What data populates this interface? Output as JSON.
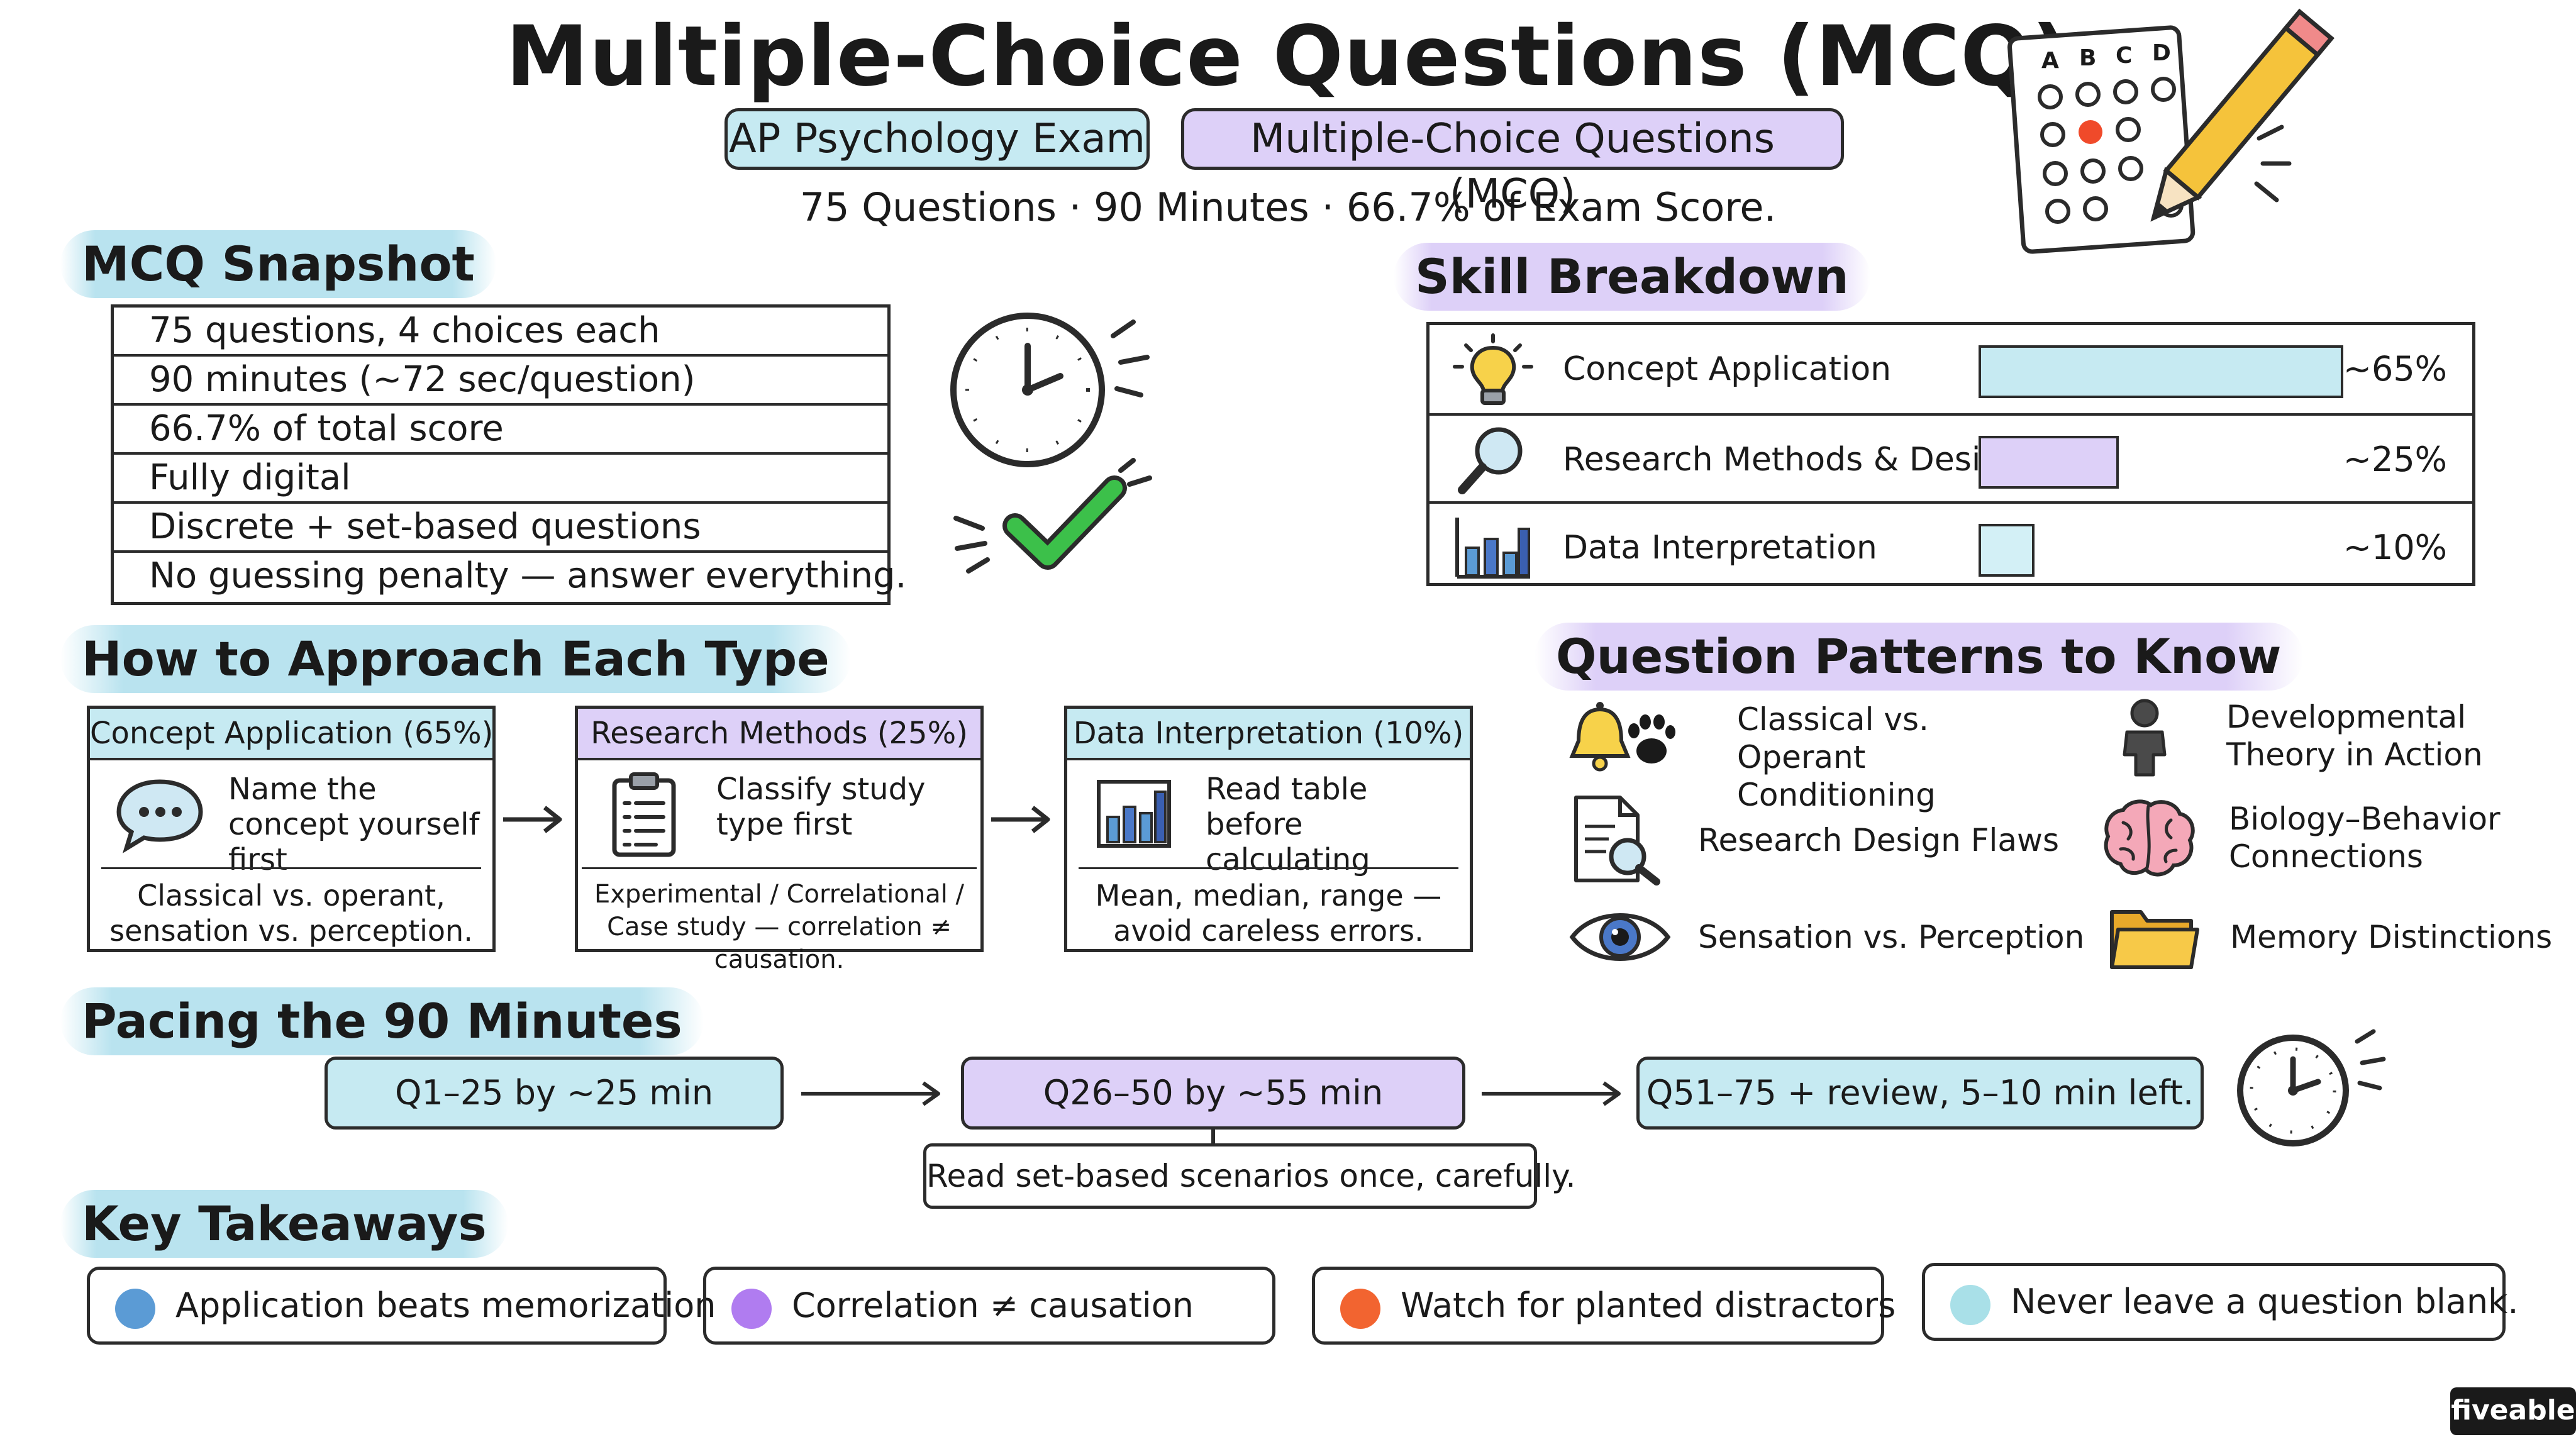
{
  "header": {
    "title": "Multiple-Choice Questions (MCQ)",
    "pill_exam": "AP Psychology Exam",
    "pill_type": "Multiple-Choice Questions (MCQ)",
    "info": "75 Questions · 90 Minutes · 66.7% of Exam Score.",
    "sheet_letters": [
      "A",
      "B",
      "C",
      "D"
    ]
  },
  "snapshot": {
    "heading": "MCQ Snapshot",
    "rows": [
      "75 questions, 4 choices each",
      "90 minutes (~72 sec/question)",
      "66.7% of total score",
      "Fully digital",
      "Discrete + set-based questions",
      "No guessing penalty — answer everything."
    ]
  },
  "skills": {
    "heading": "Skill Breakdown",
    "items": [
      {
        "label": "Concept Application",
        "percent": "~65%",
        "value": 65,
        "color": "#c6eaf2",
        "icon": "lightbulb-icon"
      },
      {
        "label": "Research Methods & Design",
        "percent": "~25%",
        "value": 25,
        "color": "#ddd0f8",
        "icon": "magnifier-icon"
      },
      {
        "label": "Data Interpretation",
        "percent": "~10%",
        "value": 10,
        "color": "#d3f0f6",
        "icon": "bar-chart-icon"
      }
    ]
  },
  "approach": {
    "heading": "How to Approach Each Type",
    "cards": [
      {
        "title": "Concept Application (65%)",
        "tip": "Name the concept yourself first",
        "note": "Classical vs. operant, sensation vs. perception.",
        "icon": "speech-bubble-icon",
        "color": "#c6eaf2"
      },
      {
        "title": "Research Methods (25%)",
        "tip": "Classify study type first",
        "note": "Experimental / Correlational / Case study — correlation ≠ causation.",
        "icon": "clipboard-icon",
        "color": "#ddd0f8"
      },
      {
        "title": "Data Interpretation (10%)",
        "tip": "Read table before calculating",
        "note": "Mean, median, range — avoid careless errors.",
        "icon": "bar-chart-icon",
        "color": "#c6eaf2"
      }
    ]
  },
  "patterns": {
    "heading": "Question Patterns to Know",
    "items": [
      {
        "label": "Classical vs. Operant Conditioning",
        "icon": "bell-paw-icon"
      },
      {
        "label": "Developmental Theory in Action",
        "icon": "person-icon"
      },
      {
        "label": "Research Design Flaws",
        "icon": "document-search-icon"
      },
      {
        "label": "Biology–Behavior Connections",
        "icon": "brain-icon"
      },
      {
        "label": "Sensation vs. Perception",
        "icon": "eye-icon"
      },
      {
        "label": "Memory Distinctions",
        "icon": "folder-icon"
      }
    ]
  },
  "pacing": {
    "heading": "Pacing the 90 Minutes",
    "steps": [
      {
        "label": "Q1–25 by ~25 min",
        "color": "#c6eaf2"
      },
      {
        "label": "Q26–50 by ~55 min",
        "color": "#ddd0f8"
      },
      {
        "label": "Q51–75 + review, 5–10 min left.",
        "color": "#c6eaf2"
      }
    ],
    "note": "Read set-based scenarios once, carefully."
  },
  "takeaways": {
    "heading": "Key Takeaways",
    "items": [
      {
        "label": "Application beats memorization",
        "color": "#5b9bd5"
      },
      {
        "label": "Correlation ≠ causation",
        "color": "#b07cf0"
      },
      {
        "label": "Watch for planted distractors",
        "color": "#f26430"
      },
      {
        "label": "Never leave a question blank.",
        "color": "#a9e0e8"
      }
    ]
  },
  "brand": "fiveable",
  "colors": {
    "blue": "#c6eaf2",
    "purple": "#ddd0f8",
    "outline": "#2b2b2b",
    "accent_red": "#f04a2a",
    "check_green": "#3cc04a",
    "pencil_yellow": "#f5c33b"
  }
}
